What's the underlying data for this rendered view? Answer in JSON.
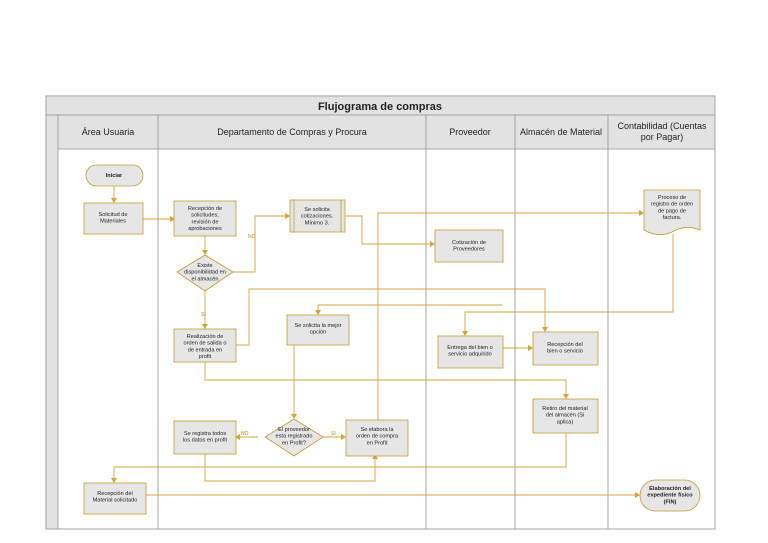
{
  "title": "Flujograma de compras",
  "lanes": [
    {
      "id": "usuaria",
      "label": [
        "Área Usuaria"
      ]
    },
    {
      "id": "compras",
      "label": [
        "Departamento de Compras y Procura"
      ]
    },
    {
      "id": "proveedor",
      "label": [
        "Proveedor"
      ]
    },
    {
      "id": "almacen",
      "label": [
        "Almacén de Material"
      ]
    },
    {
      "id": "contabilidad",
      "label": [
        "Contabilidad (Cuentas",
        "por Pagar)"
      ]
    }
  ],
  "nodes": {
    "iniciar": [
      "Iniciar"
    ],
    "solicitud": [
      "Solicitud de",
      "Materiales"
    ],
    "recepcion_solicitudes": [
      "Recepción de",
      "solicitudes,",
      "revisión de",
      "aprobaciones"
    ],
    "existe": [
      "Existe",
      "disponibilidad en",
      "el almacén"
    ],
    "cotizaciones": [
      "Se solicita",
      "cotizaciones.",
      "Mínimo 3."
    ],
    "cotizacion_prov": [
      "Cotización de",
      "Proveedores"
    ],
    "proceso_registro": [
      "Proceso de",
      "registro de orden",
      "de pago de",
      "factura."
    ],
    "mejor_opcion": [
      "Se solicita la mejor",
      "opción"
    ],
    "realizacion": [
      "Realización de",
      "orden de salida o",
      "de entrada en",
      "profit"
    ],
    "entrega": [
      "Entrega del bien o",
      "servicio adquirido"
    ],
    "recepcion_bien": [
      "Recepción del",
      "bien o servicio"
    ],
    "retiro": [
      "Retiro del material",
      "del almacén (Si",
      "aplica)"
    ],
    "registra": [
      "Se registra todos",
      "los datos en profit"
    ],
    "registrado": [
      "El proveedor",
      "esta registrado",
      "en Profit?"
    ],
    "elabora": [
      "Se elabora la",
      "orden de compra",
      "en Profit"
    ],
    "recepcion_material": [
      "Recepción del",
      "Material solicitado"
    ],
    "elaboracion": [
      "Elaboración del",
      "expediente físico",
      "(FIN)"
    ]
  },
  "edge_labels": {
    "no": "NO",
    "si": "SI"
  }
}
